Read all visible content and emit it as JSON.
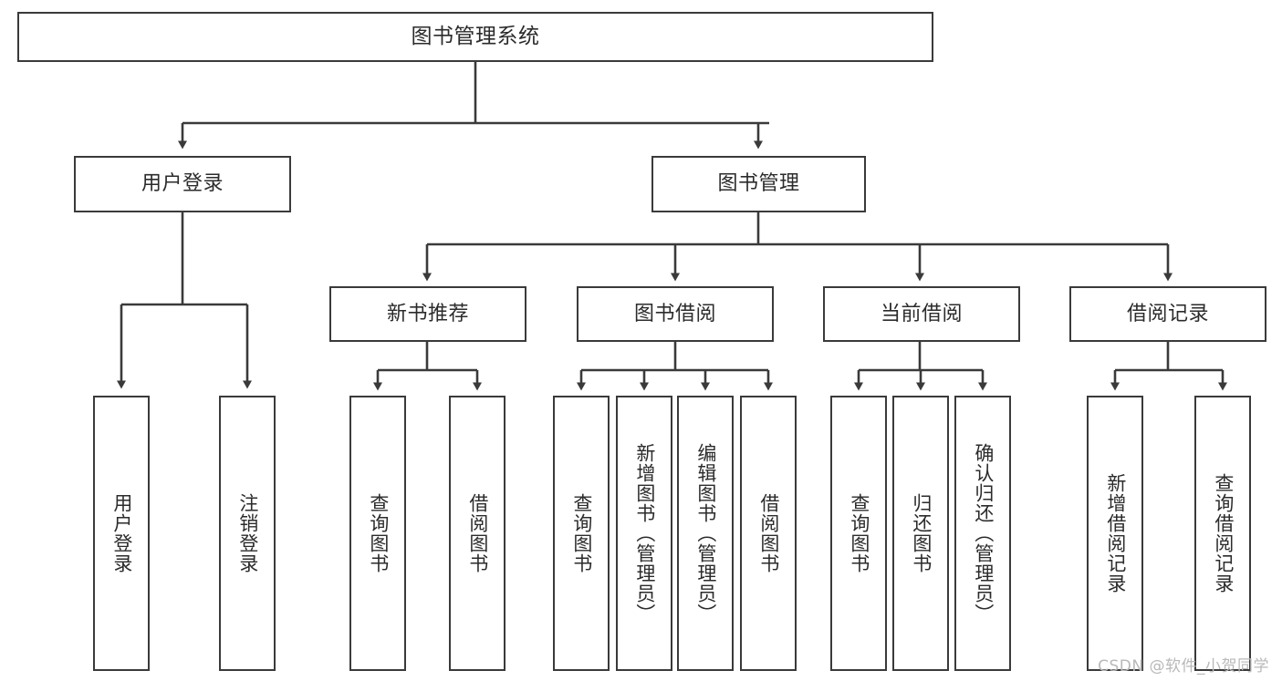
{
  "diagram": {
    "title": "图书管理系统",
    "type": "tree-structure-chart",
    "colors": {
      "box_border": "#3a3a3a",
      "box_fill": "#ffffff",
      "edge": "#3a3a3a",
      "text": "#2b2b2b",
      "watermark": "#b9b9b9",
      "background": "#ffffff"
    },
    "watermark": "CSDN @软件_小贺同学",
    "nodes": {
      "root": {
        "label": "图书管理系统"
      },
      "level1": [
        {
          "id": "user-login",
          "label": "用户登录"
        },
        {
          "id": "book-manage",
          "label": "图书管理"
        }
      ],
      "level2": [
        {
          "id": "new-book-recommend",
          "label": "新书推荐"
        },
        {
          "id": "book-borrow",
          "label": "图书借阅"
        },
        {
          "id": "current-borrow",
          "label": "当前借阅"
        },
        {
          "id": "borrow-record",
          "label": "借阅记录"
        }
      ],
      "leaves": {
        "user_login": [
          {
            "id": "leaf-user-login",
            "label": "用户登录"
          },
          {
            "id": "leaf-logout-login",
            "label": "注销登录"
          }
        ],
        "new_book_recommend": [
          {
            "id": "leaf-query-book-1",
            "label": "查询图书"
          },
          {
            "id": "leaf-borrow-book-1",
            "label": "借阅图书"
          }
        ],
        "book_borrow": [
          {
            "id": "leaf-query-book-2",
            "label": "查询图书"
          },
          {
            "id": "leaf-add-book",
            "label": "新增图书（管理员）"
          },
          {
            "id": "leaf-edit-book",
            "label": "编辑图书（管理员）"
          },
          {
            "id": "leaf-borrow-book-2",
            "label": "借阅图书"
          }
        ],
        "current_borrow": [
          {
            "id": "leaf-query-book-3",
            "label": "查询图书"
          },
          {
            "id": "leaf-return-book",
            "label": "归还图书"
          },
          {
            "id": "leaf-confirm-return",
            "label": "确认归还（管理员）"
          }
        ],
        "borrow_record": [
          {
            "id": "leaf-add-record",
            "label": "新增借阅记录"
          },
          {
            "id": "leaf-query-record",
            "label": "查询借阅记录"
          }
        ]
      }
    }
  }
}
